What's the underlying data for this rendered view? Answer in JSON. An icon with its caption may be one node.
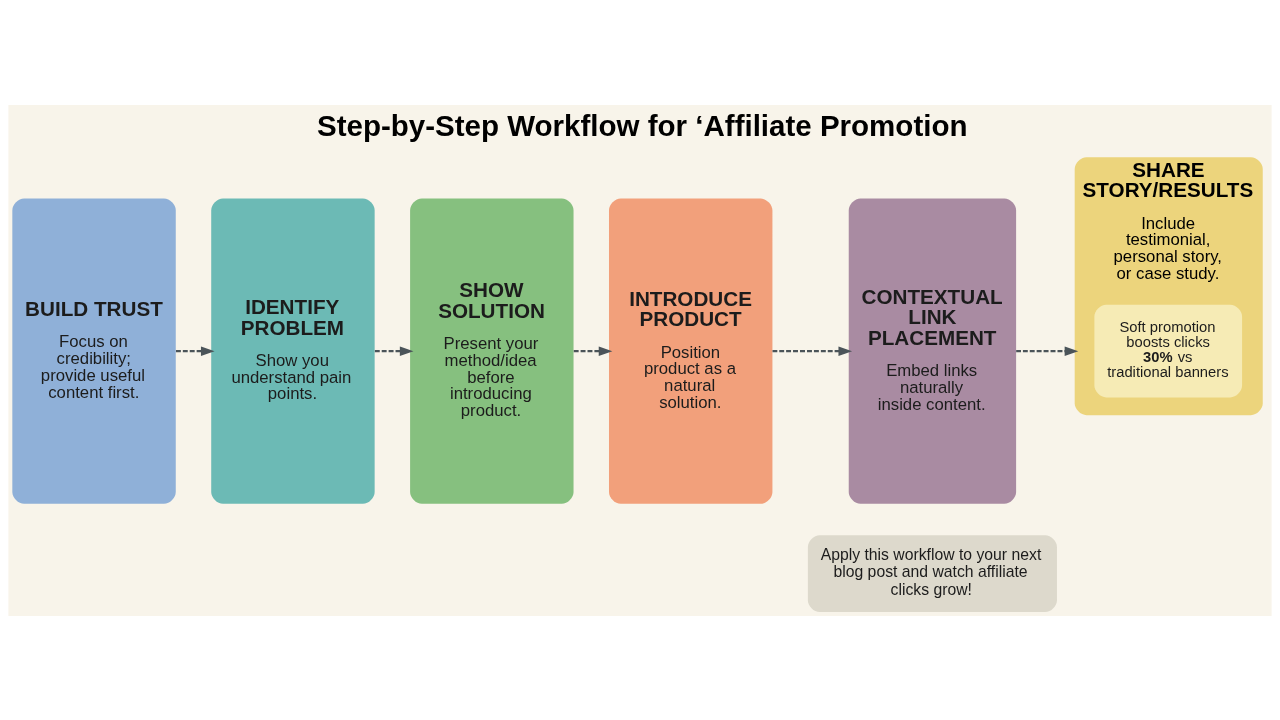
{
  "diagram": {
    "title": "Step-by-Step Workflow for ‘Affiliate Promotion",
    "nodes": [
      {
        "text": [
          "BUILD TRUST",
          "Focus on credibility; provide useful content first."
        ]
      },
      {
        "text": [
          "IDENTIFY PROBLEM",
          "Show you understand pain points."
        ]
      },
      {
        "text": [
          "SHOW SOLUTION",
          "Present your method/idea before introducing product."
        ]
      },
      {
        "text": [
          "INTRODUCE PRODUCT",
          "Position product as a natural solution."
        ]
      },
      {
        "text": [
          "CONTEXTUAL LINK PLACEMENT",
          "Embed links naturally inside content."
        ]
      },
      {
        "text": [
          "SHARE STORY/RESULTS",
          "Include testimonial, personal story, or case study."
        ]
      },
      {
        "text": [
          "Soft promotion boosts clicks **30%** vs traditional banners"
        ],
        "in": 5
      },
      {
        "text": [
          "Apply this workflow to your next blog post and watch affiliate clicks grow!"
        ]
      }
    ],
    "edges": [
      {
        "from": 0,
        "to": 1,
        "arrow": "to",
        "style": "dashed"
      },
      {
        "from": 1,
        "to": 2,
        "arrow": "to",
        "style": "dashed"
      },
      {
        "from": 2,
        "to": 3,
        "arrow": "to",
        "style": "dashed"
      },
      {
        "from": 3,
        "to": 4,
        "arrow": "to",
        "style": "dashed"
      },
      {
        "from": 4,
        "to": 5,
        "arrow": "to",
        "style": "dashed"
      }
    ]
  }
}
